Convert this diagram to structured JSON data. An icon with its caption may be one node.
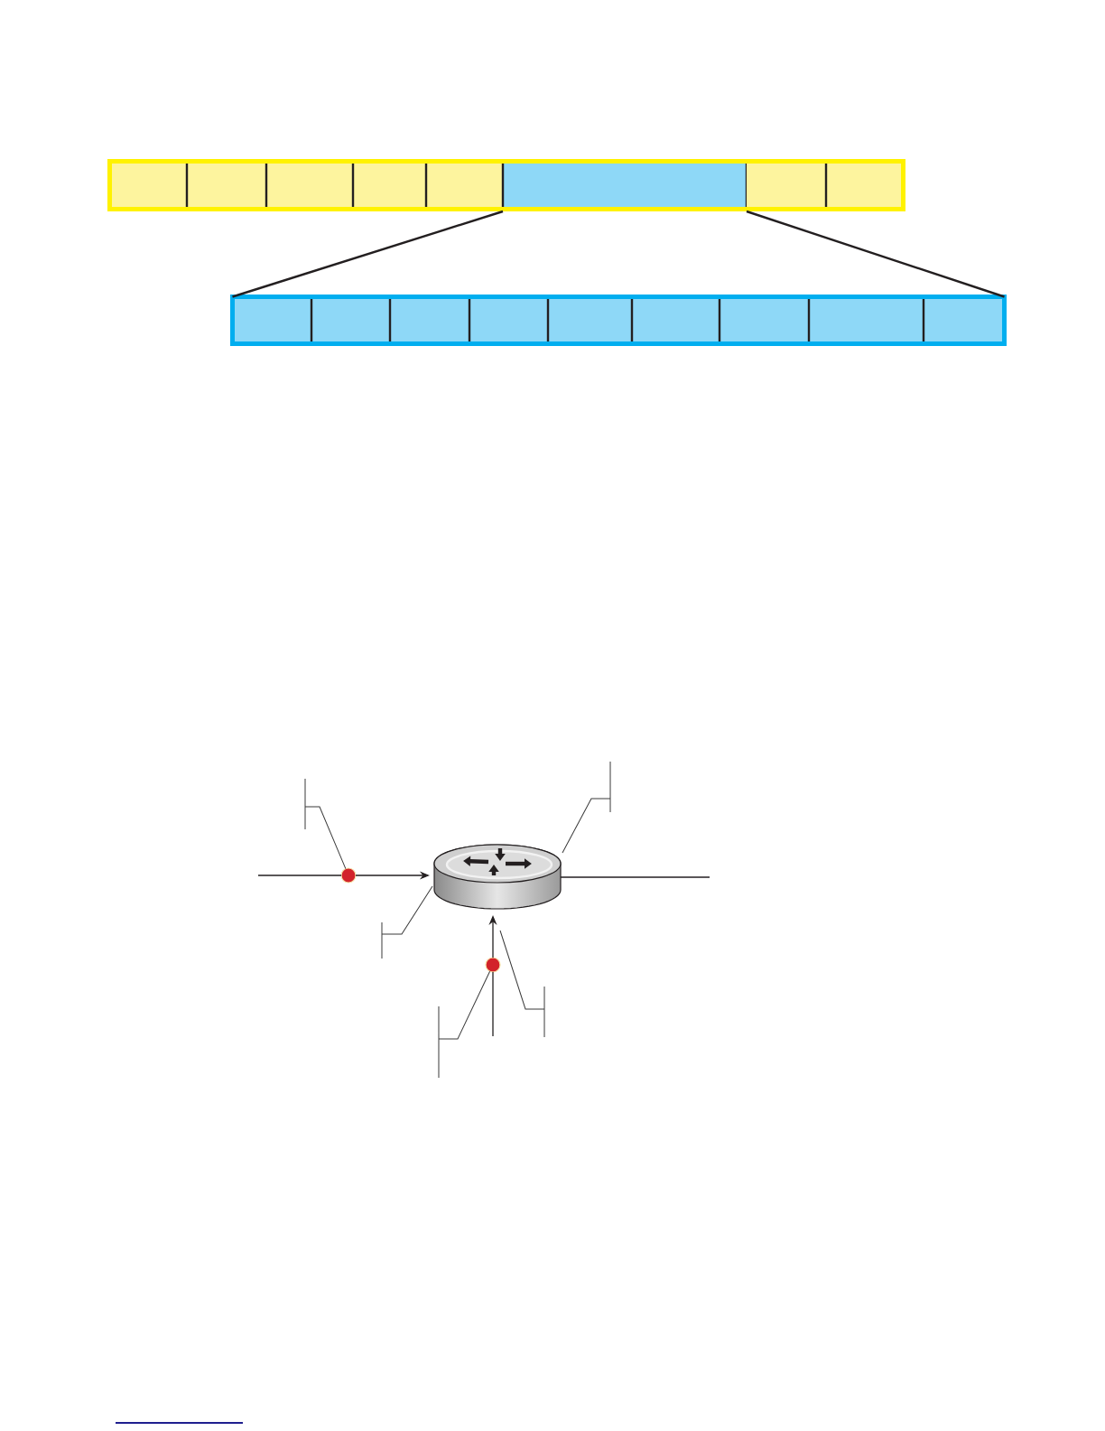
{
  "diagram": {
    "nodes": [
      {
        "text": [],
        "shape": "bar"
      },
      {
        "text": [],
        "shape": "box",
        "in": 0
      },
      {
        "text": [],
        "shape": "box",
        "in": 0
      },
      {
        "text": [],
        "shape": "box",
        "in": 0
      },
      {
        "text": [],
        "shape": "box",
        "in": 0
      },
      {
        "text": [],
        "shape": "box",
        "in": 0
      },
      {
        "text": [],
        "shape": "box",
        "in": 0
      },
      {
        "text": [],
        "shape": "box",
        "in": 0
      },
      {
        "text": [],
        "shape": "box",
        "in": 0
      },
      {
        "text": [],
        "shape": "bar"
      },
      {
        "text": [],
        "shape": "box",
        "in": 9
      },
      {
        "text": [],
        "shape": "box",
        "in": 9
      },
      {
        "text": [],
        "shape": "box",
        "in": 9
      },
      {
        "text": [],
        "shape": "box",
        "in": 9
      },
      {
        "text": [],
        "shape": "box",
        "in": 9
      },
      {
        "text": [],
        "shape": "box",
        "in": 9
      },
      {
        "text": [],
        "shape": "box",
        "in": 9
      },
      {
        "text": [],
        "shape": "box",
        "in": 9
      },
      {
        "text": [],
        "shape": "box",
        "in": 9
      },
      {
        "text": [],
        "shape": "circle"
      },
      {
        "text": [],
        "shape": "picture"
      },
      {
        "text": [],
        "shape": "circle"
      }
    ],
    "edges": [
      {
        "from": 6,
        "to": 9,
        "arrow": "none"
      },
      {
        "from": 6,
        "to": 9,
        "arrow": "none"
      },
      {
        "from": null,
        "to": 19,
        "arrow": "none"
      },
      {
        "from": 19,
        "to": 20,
        "arrow": "to"
      },
      {
        "from": 20,
        "to": null,
        "arrow": "none"
      },
      {
        "from": null,
        "to": 21,
        "arrow": "none"
      },
      {
        "from": 21,
        "to": 20,
        "arrow": "to"
      },
      {
        "from": null,
        "to": 19,
        "arrow": "none"
      },
      {
        "from": null,
        "to": 20,
        "arrow": "none"
      },
      {
        "from": null,
        "to": 20,
        "arrow": "none"
      },
      {
        "from": null,
        "to": 21,
        "arrow": "none"
      }
    ]
  }
}
